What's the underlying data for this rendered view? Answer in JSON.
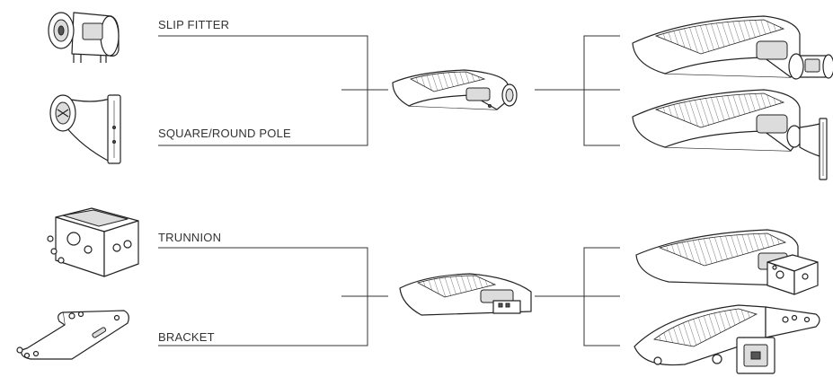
{
  "labels": {
    "slip_fitter": "SLIP FITTER",
    "square_round_pole": "SQUARE/ROUND POLE",
    "trunnion": "TRUNNION",
    "bracket": "BRACKET"
  },
  "colors": {
    "line": "#333333",
    "drawing": "#222222",
    "background": "#ffffff"
  }
}
